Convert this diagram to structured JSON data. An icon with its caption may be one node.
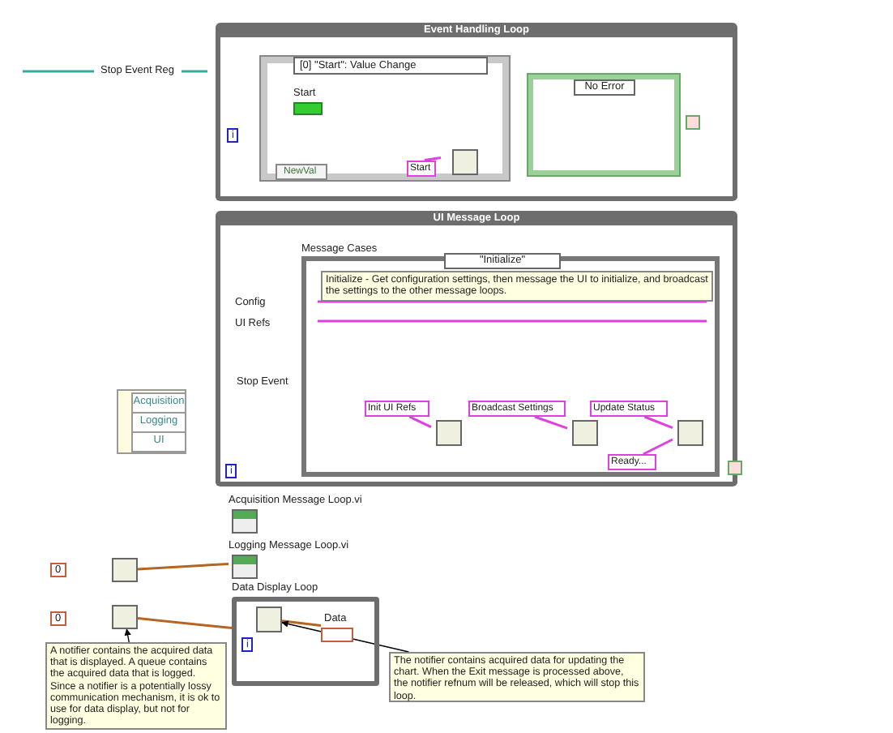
{
  "diagram": {
    "nodes": [
      {
        "text": [
          "Event Handling Loop"
        ]
      },
      {
        "text": [
          "[0] \"Start\": Value Change"
        ],
        "in": 0
      },
      {
        "text": [
          "Start"
        ],
        "in": 1
      },
      {
        "text": [
          "NewVal"
        ],
        "in": 1
      },
      {
        "text": [
          "Start"
        ],
        "in": 1
      },
      {
        "text": [],
        "shape": "box",
        "in": 1
      },
      {
        "text": [
          "No Error"
        ],
        "in": 0
      },
      {
        "text": [],
        "shape": "box",
        "in": 0
      },
      {
        "text": [
          "UI Message Loop"
        ]
      },
      {
        "text": [
          "Message Cases",
          "\"Initialize\""
        ],
        "in": 8
      },
      {
        "text": [
          "Initialize - Get configuration settings, then message the UI to initialize, and broadcast the settings to the other message loops."
        ],
        "in": 9
      },
      {
        "text": [
          "Init UI Refs"
        ],
        "in": 9
      },
      {
        "text": [
          "Broadcast Settings"
        ],
        "in": 9
      },
      {
        "text": [
          "Update Status"
        ],
        "in": 9
      },
      {
        "text": [
          "Ready..."
        ],
        "in": 9
      },
      {
        "text": [],
        "shape": "box",
        "in": 9
      },
      {
        "text": [],
        "shape": "box",
        "in": 9
      },
      {
        "text": [],
        "shape": "box",
        "in": 9
      },
      {
        "text": [],
        "shape": "box",
        "in": 8
      },
      {
        "text": [
          "Acquisition",
          "Logging",
          "UI"
        ]
      },
      {
        "text": [
          "Acquisition Message Loop.vi"
        ]
      },
      {
        "text": [
          "Logging Message Loop.vi"
        ]
      },
      {
        "text": [
          "Data Display Loop"
        ]
      },
      {
        "text": [],
        "shape": "box",
        "in": 22
      },
      {
        "text": [
          "Data"
        ],
        "in": 22
      },
      {
        "text": [
          "A notifier contains the acquired data that is displayed. A queue contains the acquired data that is logged.  Since a notifier is a potentially lossy communication mechanism, it is ok to use for data display, but not for logging."
        ]
      },
      {
        "text": [
          "The notifier contains acquired data for updating the chart. When the Exit message is processed above, the notifier refnum will be released, which will stop this loop."
        ]
      },
      {
        "text": [],
        "shape": "box"
      },
      {
        "text": [],
        "shape": "box"
      }
    ],
    "edges": [
      {
        "from": 4,
        "to": 5,
        "arrow": "none"
      },
      {
        "from": 11,
        "to": 15,
        "arrow": "none"
      },
      {
        "from": 12,
        "to": 16,
        "arrow": "none"
      },
      {
        "from": 13,
        "to": 17,
        "arrow": "none"
      },
      {
        "from": 14,
        "to": 17,
        "arrow": "none"
      },
      {
        "from": 27,
        "to": 21,
        "arrow": "none",
        "color": "#b5651d"
      },
      {
        "from": 28,
        "to": 22,
        "arrow": "none",
        "color": "#b5651d"
      },
      {
        "from": 23,
        "to": 24,
        "arrow": "none",
        "color": "#b5651d"
      },
      {
        "from": 25,
        "to": 28,
        "arrow": "to",
        "color": "#000000"
      },
      {
        "from": 26,
        "to": 23,
        "arrow": "to",
        "color": "#000000"
      }
    ],
    "labels": [
      "Stop Event Reg",
      "i",
      "Config",
      "UI Refs",
      "Stop Event",
      "i",
      "0",
      "0",
      "i"
    ]
  }
}
